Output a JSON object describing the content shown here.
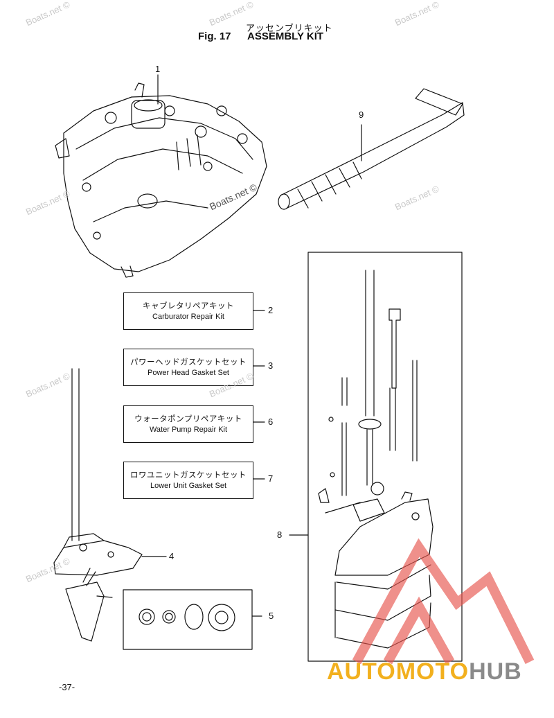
{
  "header": {
    "title_jp": "アッセンブリキット",
    "fig_label": "Fig. 17",
    "title_en": "ASSEMBLY KIT"
  },
  "kits": [
    {
      "number": "2",
      "name_jp": "キャブレタリペアキット",
      "name_en": "Carburator Repair Kit"
    },
    {
      "number": "3",
      "name_jp": "パワーヘッドガスケットセット",
      "name_en": "Power Head Gasket Set"
    },
    {
      "number": "6",
      "name_jp": "ウォータポンプリペアキット",
      "name_en": "Water Pump Repair Kit"
    },
    {
      "number": "7",
      "name_jp": "ロワユニットガスケットセット",
      "name_en": "Lower Unit Gasket Set"
    }
  ],
  "callouts": {
    "c1": "1",
    "c4": "4",
    "c5": "5",
    "c8": "8",
    "c9": "9"
  },
  "watermarks": [
    "Boats.net ©",
    "Boats.net ©",
    "Boats.net ©",
    "Boats.net ©",
    "Boats.net ©",
    "Boats.net ©",
    "Boats.net ©",
    "Boats.net ©",
    "Boats.net ©"
  ],
  "page_number": "-37-",
  "brand": {
    "part1": "AUTOMOTO",
    "part2": "HUB"
  },
  "colors": {
    "line": "#111111",
    "watermark": "#c9c9c9",
    "logo_red": "#e8554e",
    "brand_yellow": "#f2b01e",
    "brand_gray": "#8a8a8a"
  }
}
